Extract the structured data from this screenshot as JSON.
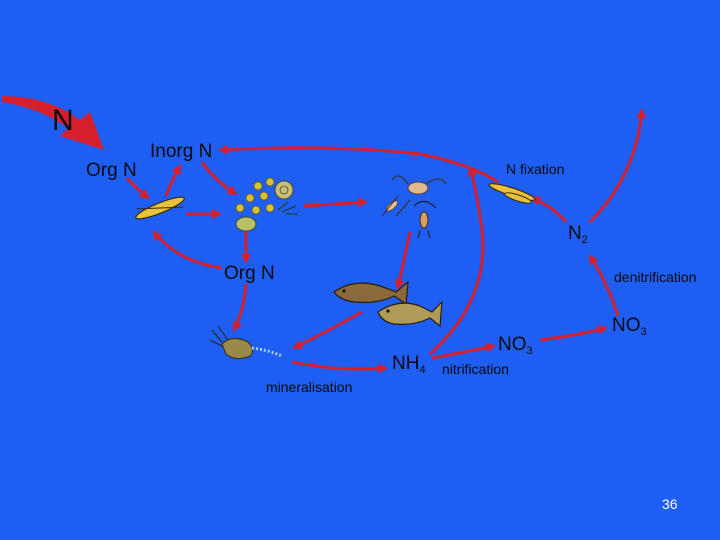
{
  "labels": {
    "n_input": "N",
    "org_n_top": "Org N",
    "inorg_n": "Inorg N",
    "org_n_mid": "Org N",
    "n_fixation": "N fixation",
    "n2_base": "N",
    "n2_sub": "2",
    "denitrification": "denitrification",
    "no3_left_base": "NO",
    "no3_left_sub": "3",
    "no3_right_base": "NO",
    "no3_right_sub": "3",
    "nh4_base": "NH",
    "nh4_sub": "4",
    "nitrification": "nitrification",
    "mineralisation": "mineralisation"
  },
  "slide_number": "36",
  "colors": {
    "background": "#1f5ef2",
    "arrow": "#d61f2c",
    "text": "#0a0a0a",
    "slide_number": "#ffffff"
  },
  "icons": [
    "algae-cell-icon",
    "phytoplankton-cluster-icon",
    "zooplankton-icon",
    "fish-icon",
    "decomposer-icon",
    "cyanobacteria-icon"
  ]
}
